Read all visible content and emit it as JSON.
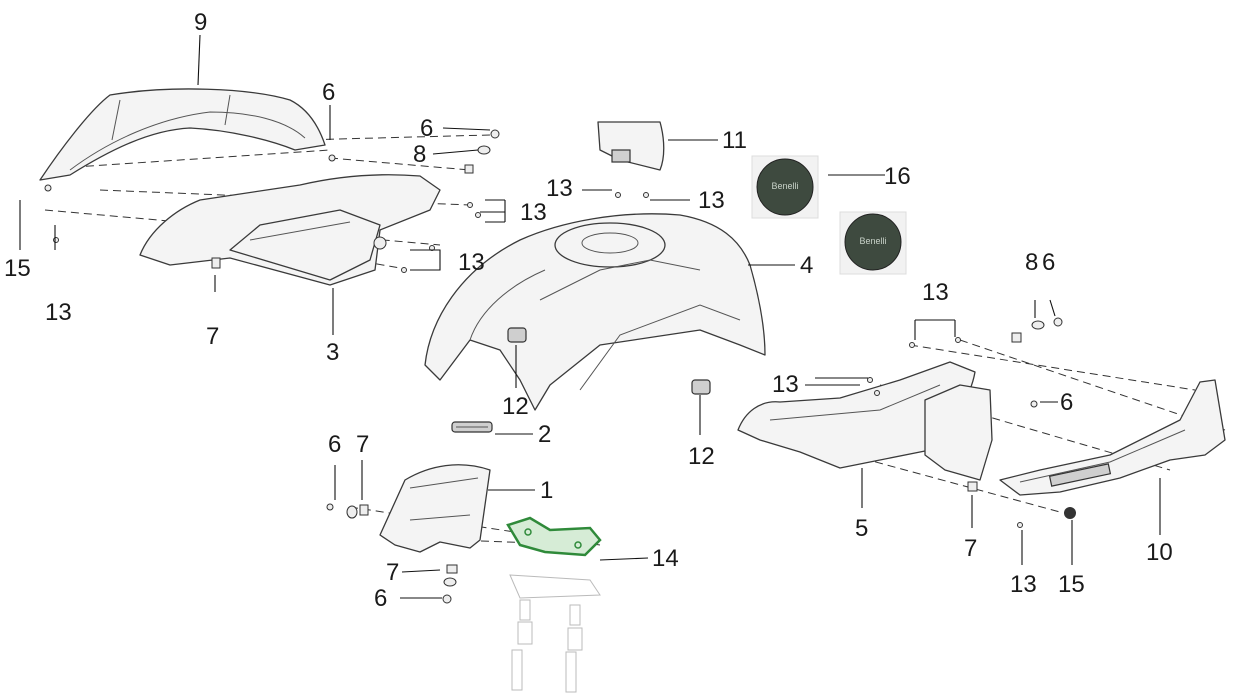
{
  "labels": {
    "p9": "9",
    "p6a": "6",
    "p6b": "6",
    "p8a": "8",
    "p13a": "13",
    "p13b": "13",
    "p15a": "15",
    "p13c": "13",
    "p7a": "7",
    "p3": "3",
    "p11": "11",
    "p13d": "13",
    "p13e": "13",
    "p16": "16",
    "p4": "4",
    "p12a": "12",
    "p12b": "12",
    "p2": "2",
    "p1": "1",
    "p6c": "6",
    "p7b": "7",
    "p7c": "7",
    "p6d": "6",
    "p14": "14",
    "p13f": "13",
    "p8b": "8",
    "p6e": "6",
    "p13g": "13",
    "p6f": "6",
    "p5": "5",
    "p7d": "7",
    "p13h": "13",
    "p15b": "15",
    "p10": "10"
  },
  "badge": {
    "brand": "Benelli",
    "color": "#3e4a3f"
  },
  "colors": {
    "highlight": "#2f8a3a"
  }
}
